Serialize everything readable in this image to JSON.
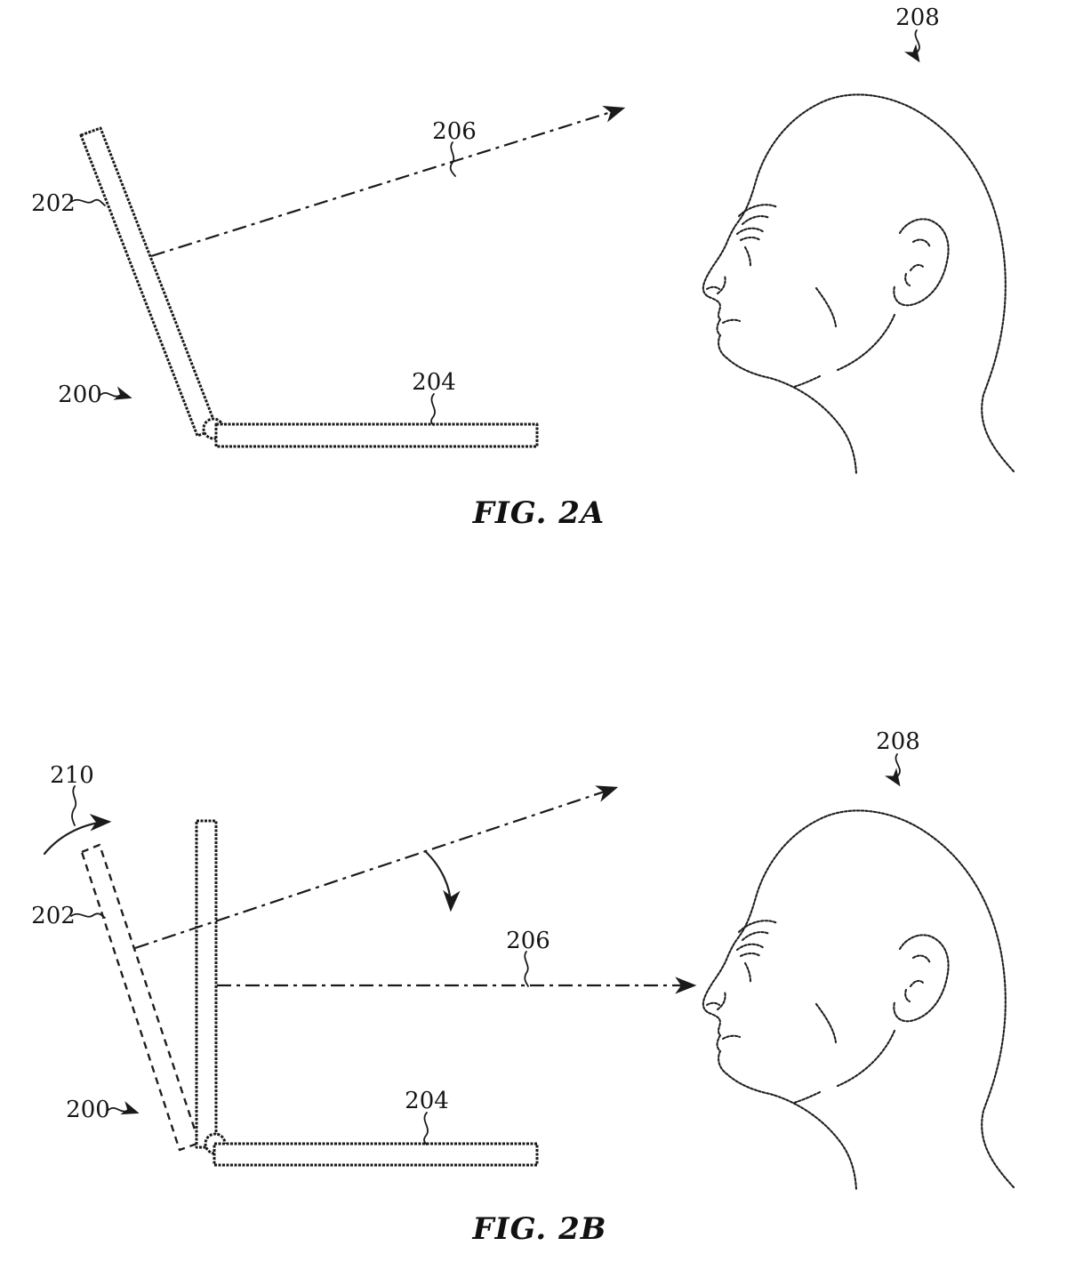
{
  "page": {
    "background": "#ffffff",
    "ink": "#1a1a1a"
  },
  "fig2a": {
    "caption": "FIG. 2A",
    "refs": {
      "device": "200",
      "display": "202",
      "base": "204",
      "sightline": "206",
      "user": "208"
    }
  },
  "fig2b": {
    "caption": "FIG. 2B",
    "refs": {
      "device": "200",
      "display": "202",
      "base": "204",
      "sightline": "206",
      "user": "208",
      "rotation": "210"
    }
  }
}
